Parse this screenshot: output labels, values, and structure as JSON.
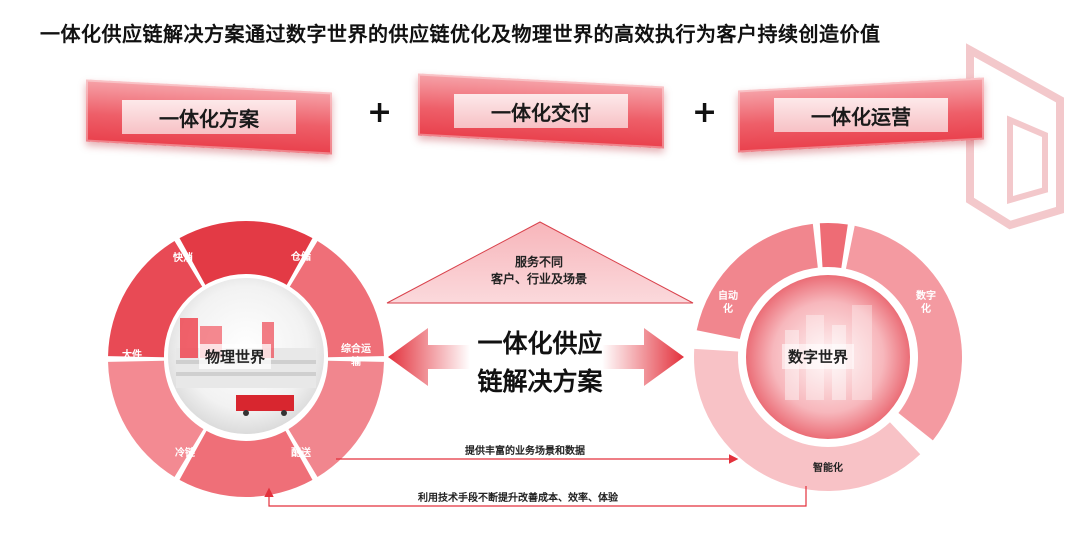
{
  "title": "一体化供应链解决方案通过数字世界的供应链优化及物理世界的高效执行为客户持续创造价值",
  "pillars": [
    {
      "label": "一体化方案"
    },
    {
      "label": "一体化交付"
    },
    {
      "label": "一体化运营"
    }
  ],
  "plus_symbol": "+",
  "physical_world": {
    "label": "物理世界",
    "segments": [
      "快消",
      "仓储",
      "综合运输",
      "配送",
      "冷链",
      "大件"
    ]
  },
  "digital_world": {
    "label": "数字世界",
    "segments": [
      "自动化",
      "数字化",
      "智能化"
    ]
  },
  "triangle": {
    "line1": "服务不同",
    "line2": "客户、行业及场景"
  },
  "center": {
    "line1": "一体化供应",
    "line2": "链解决方案"
  },
  "flows": {
    "top": "提供丰富的业务场景和数据",
    "bottom": "利用技术手段不断提升改善成本、效率、体验"
  },
  "colors": {
    "brand_red": "#e3313c",
    "light_red": "#f6a3a9",
    "pale_red": "#fbd3d6"
  },
  "icons": {
    "left_arrow": "left-arrow-icon",
    "right_arrow": "right-arrow-icon"
  }
}
